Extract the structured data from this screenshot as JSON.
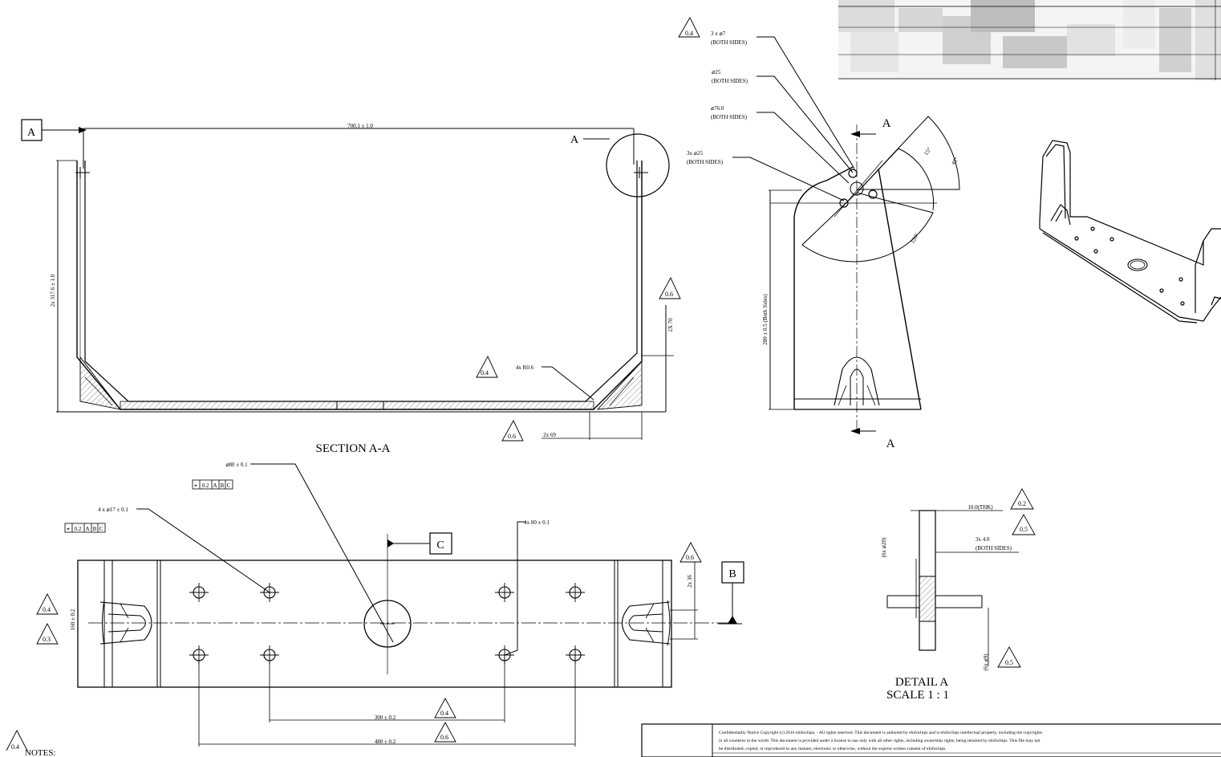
{
  "section": {
    "datum_a": "A",
    "width_dim": "700.1 ± 1.0",
    "height_dim": "2x 317.6 ± 1.0",
    "detail_callout": "A",
    "fillet": "4x R0.6",
    "dim_2x70": "2X 70",
    "dim_2x69": "2x 69",
    "title": "SECTION A-A",
    "rough_04": "0.4",
    "rough_06a": "0.6",
    "rough_06b": "0.6"
  },
  "side_view": {
    "rough": "0.4",
    "note1_a": "3 x ⌀7",
    "note1_b": "(BOTH SIDES)",
    "note2_a": "⌀25",
    "note2_b": "(BOTH SIDES)",
    "note3_a": "⌀76.0",
    "note3_b": "(BOTH SIDES)",
    "note4_a": "3x ⌀25",
    "note4_b": "(BOTH SIDES)",
    "height": "280 ± 0.5 (Both Sides)",
    "angle1": "15°",
    "angle2": "45°",
    "angle3": "120°",
    "cut_top": "A",
    "cut_bottom": "A"
  },
  "plan_view": {
    "center_hole": "⌀80 ± 0.1",
    "center_fcf": [
      "⌖",
      "0.2",
      "A",
      "B",
      "C"
    ],
    "holes": "4 x ⌀17 ± 0.1",
    "holes_fcf": [
      "⌖",
      "0.2",
      "A",
      "B",
      "C"
    ],
    "holes_b": "4x 80 ± 0.1",
    "datum_c": "C",
    "datum_b": "B",
    "dim_2x36": "2x 36",
    "height": "160 ± 0.2",
    "dim_300": "300 ± 0.2",
    "dim_480": "480 ± 0.2",
    "rough_04a": "0.4",
    "rough_03": "0.3",
    "rough_06": "0.6",
    "rough_04b": "0.4",
    "rough_06b": "0.6"
  },
  "detail": {
    "thk": "10.0(THK)",
    "r1": "0.2",
    "r2": "0.5",
    "note_a": "3x 4.0",
    "note_b": "(BOTH SIDES)",
    "left_dim": "(6x ⌀20)",
    "bottom_dim": "(6x ⌀9)",
    "r3": "0.5",
    "title": "DETAIL A",
    "scale": "SCALE 1 : 1"
  },
  "notes": {
    "rough": "0.4",
    "label": "NOTES:"
  },
  "title_block": {
    "confidentiality_1": "Confidentiality Notice Copyright (c) 2016 elnfochips. - All rights reserved. This document is authored by elnfochips and is elnfochips intellectual property, including the copyrights",
    "confidentiality_2": "in all countries in the world. This document is provided under a license to use only with all other rights, including ownership rights, being retained by elnfochips. This file may not",
    "confidentiality_3": "be distributed, copied, or reproduced in any manner, electronic or otherwise, without the express written consent of elnfochips."
  }
}
